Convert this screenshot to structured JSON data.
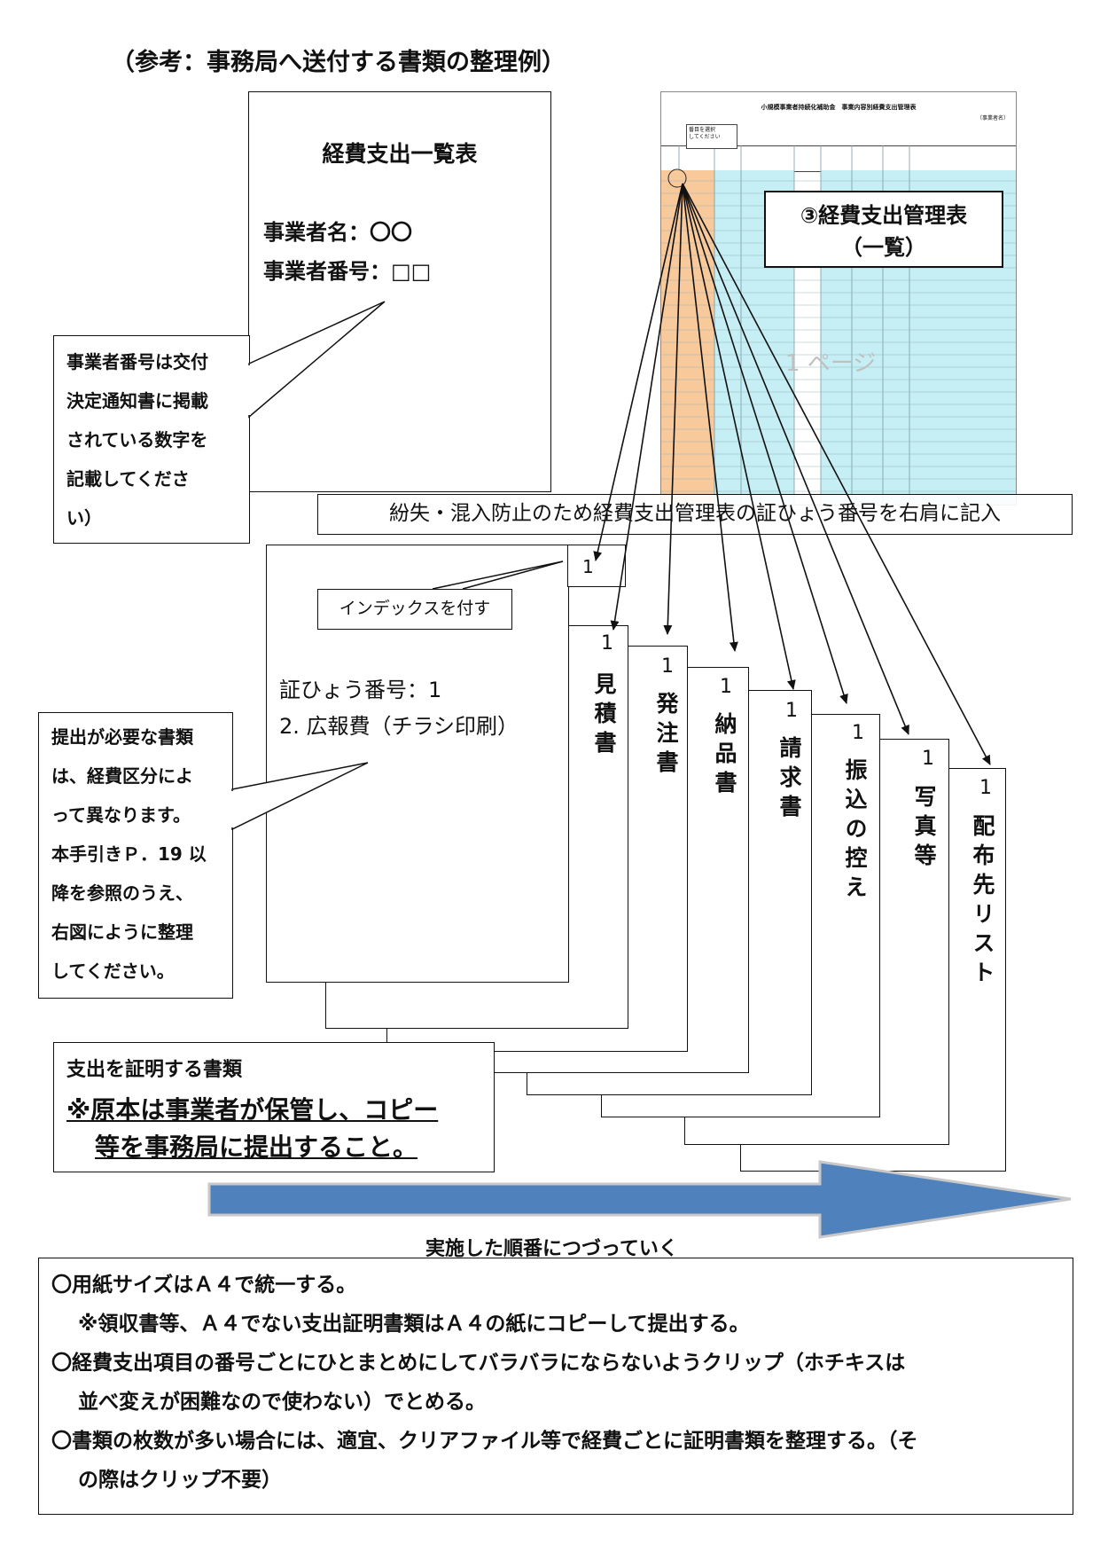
{
  "title": "（参考：事務局へ送付する書類の整理例）",
  "summary_sheet": {
    "heading": "経費支出一覧表",
    "business_name": "事業者名：〇〇",
    "business_number": "事業者番号：□□"
  },
  "callout_number": [
    "事業者番号は交付",
    "決定通知書に掲載",
    "されている数字を",
    "記載してくださ",
    "い）"
  ],
  "spreadsheet": {
    "header_title": "小規模事業者持続化補助金　事業内容別経費支出管理表",
    "header_right": "（事業者名）",
    "select_note": "番目を選択\nしてください",
    "watermark": "1 ページ"
  },
  "management_table_label": [
    "③経費支出管理表",
    "（一覧）"
  ],
  "notice_banner": "紛失・混入防止のため経費支出管理表の証ひょう番号を右肩に記入",
  "front_doc": {
    "index_tab": "1",
    "index_label": "インデックスを付す",
    "voucher_number": "証ひょう番号：1",
    "item": "2. 広報費（チラシ印刷）"
  },
  "callout_required": [
    "提出が必要な書類",
    "は、経費区分によ",
    "って異なります。",
    "本手引きＰ．19 以",
    "降を参照のうえ、",
    "右図にように整理",
    "してください。"
  ],
  "documents": [
    {
      "number": "1",
      "name": "見積書"
    },
    {
      "number": "1",
      "name": "発注書"
    },
    {
      "number": "1",
      "name": "納品書"
    },
    {
      "number": "1",
      "name": "請求書"
    },
    {
      "number": "1",
      "name": "振込の控え"
    },
    {
      "number": "1",
      "name": "写真等"
    },
    {
      "number": "1",
      "name": "配布先リスト"
    }
  ],
  "proof_box": {
    "label": "支出を証明する書類",
    "warning_line1": "※原本は事業者が保管し、コピー",
    "warning_line2": "等を事務局に提出すること。"
  },
  "arrow_caption": "実施した順番につづっていく",
  "notes": {
    "line1": "〇用紙サイズはＡ４で統一する。",
    "line2": "※領収書等、Ａ４でない支出証明書類はＡ４の紙にコピーして提出する。",
    "line3": "〇経費支出項目の番号ごとにひとまとめにしてバラバラにならないようクリップ（ホチキスは",
    "line4": "並べ変えが困難なので使わない）でとめる。",
    "line5": "〇書類の枚数が多い場合には、適宜、クリアファイル等で経費ごとに証明書類を整理する。（そ",
    "line6": "の際はクリップ不要）"
  },
  "colors": {
    "sheet_orange": "#f8c99a",
    "sheet_cyan": "#c5eef5",
    "arrow_blue": "#4f81bd"
  }
}
